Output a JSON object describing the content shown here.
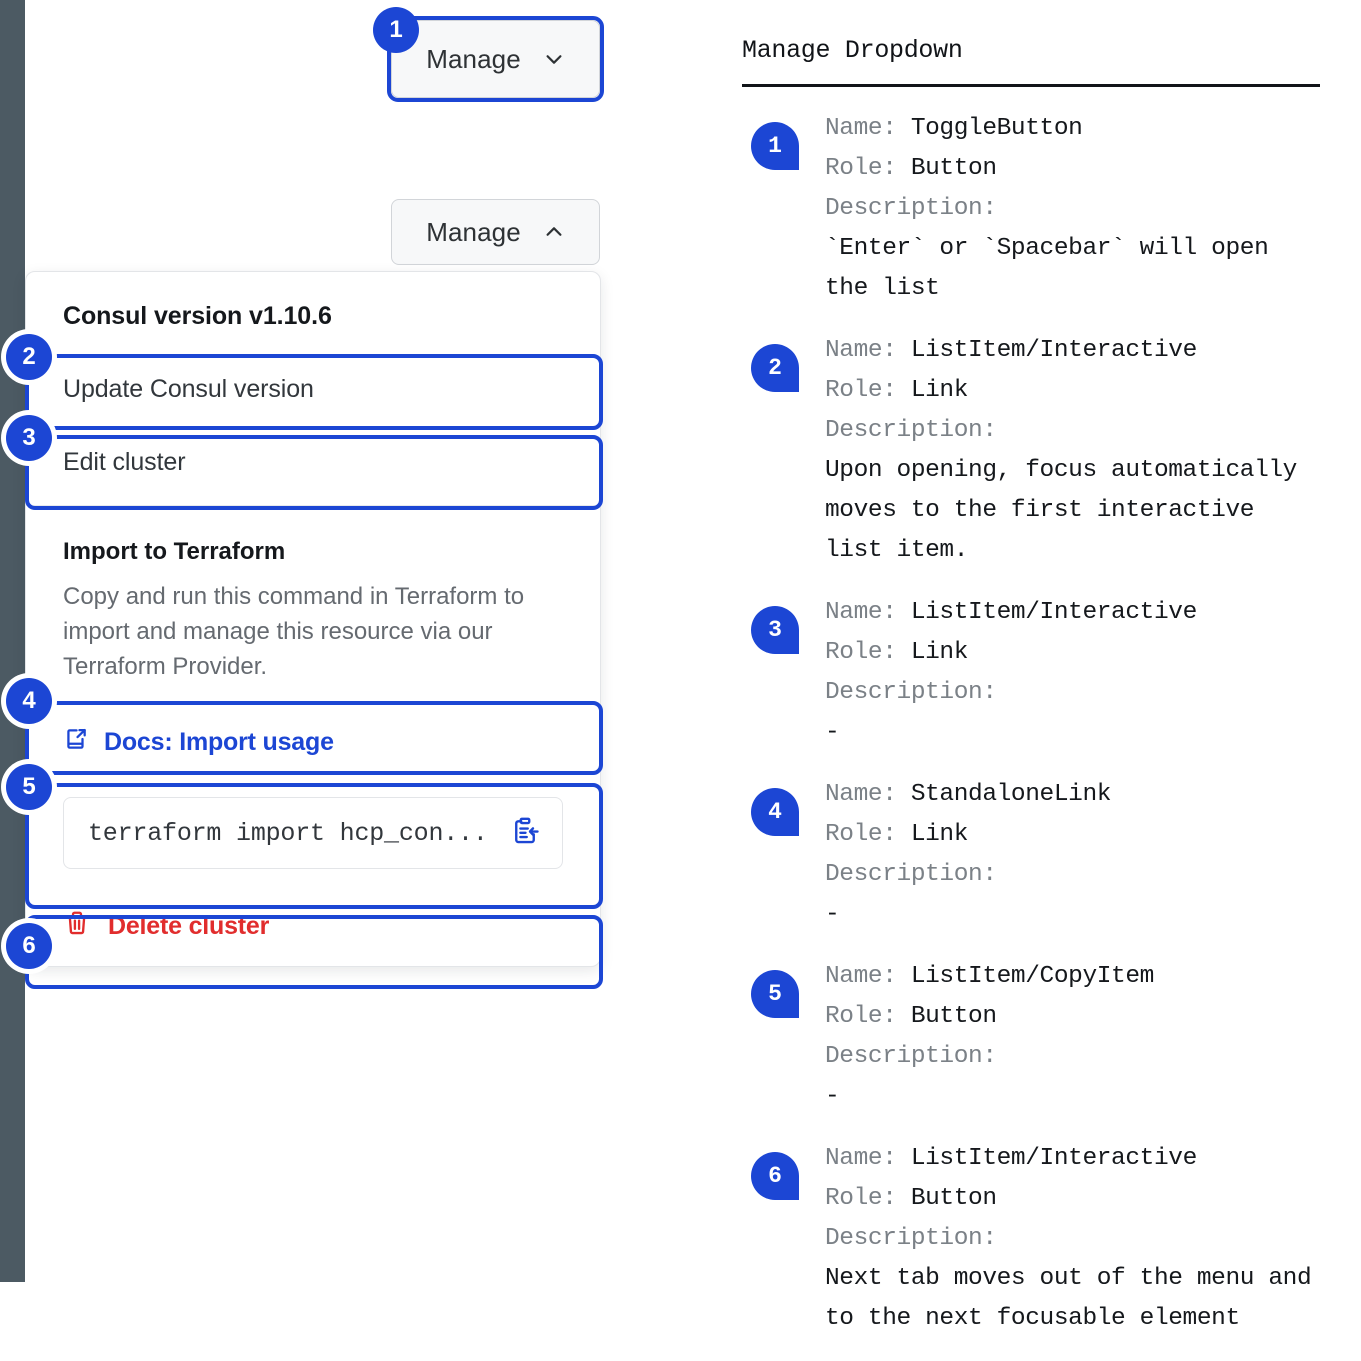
{
  "colors": {
    "accent": "#1c46d4",
    "danger": "#e12d2d",
    "rail": "#4c5a63",
    "label_gray": "#7b8187"
  },
  "mock": {
    "toggle_collapsed": {
      "label": "Manage",
      "chevron": "chevron-down-icon"
    },
    "toggle_expanded": {
      "label": "Manage",
      "chevron": "chevron-up-icon"
    },
    "dropdown": {
      "version_header": "Consul version v1.10.6",
      "update_item": "Update Consul version",
      "edit_item": "Edit cluster",
      "terraform_heading": "Import to Terraform",
      "terraform_description": "Copy and run this command in Terraform to import and manage this resource via our Terraform Provider.",
      "docs_link": "Docs: Import usage",
      "docs_icon": "docs-external-link-icon",
      "command": "terraform import hcp_con...",
      "copy_icon": "copy-to-clipboard-icon",
      "delete_item": "Delete cluster",
      "delete_icon": "trash-icon"
    },
    "badges": [
      "1",
      "2",
      "3",
      "4",
      "5",
      "6"
    ]
  },
  "panel": {
    "title": "Manage Dropdown",
    "labels": {
      "name": "Name:",
      "role": "Role:",
      "description": "Description:"
    },
    "entries": [
      {
        "num": "1",
        "name": "ToggleButton",
        "role": "Button",
        "description": "`Enter` or `Spacebar` will open the list"
      },
      {
        "num": "2",
        "name": "ListItem/Interactive",
        "role": "Link",
        "description": "Upon opening, focus automatically moves to the first interactive list item."
      },
      {
        "num": "3",
        "name": "ListItem/Interactive",
        "role": "Link",
        "description": "-"
      },
      {
        "num": "4",
        "name": "StandaloneLink",
        "role": "Link",
        "description": "-"
      },
      {
        "num": "5",
        "name": "ListItem/CopyItem",
        "role": "Button",
        "description": "-"
      },
      {
        "num": "6",
        "name": "ListItem/Interactive",
        "role": "Button",
        "description": "Next tab moves out of the menu and to the next focusable element"
      }
    ]
  }
}
